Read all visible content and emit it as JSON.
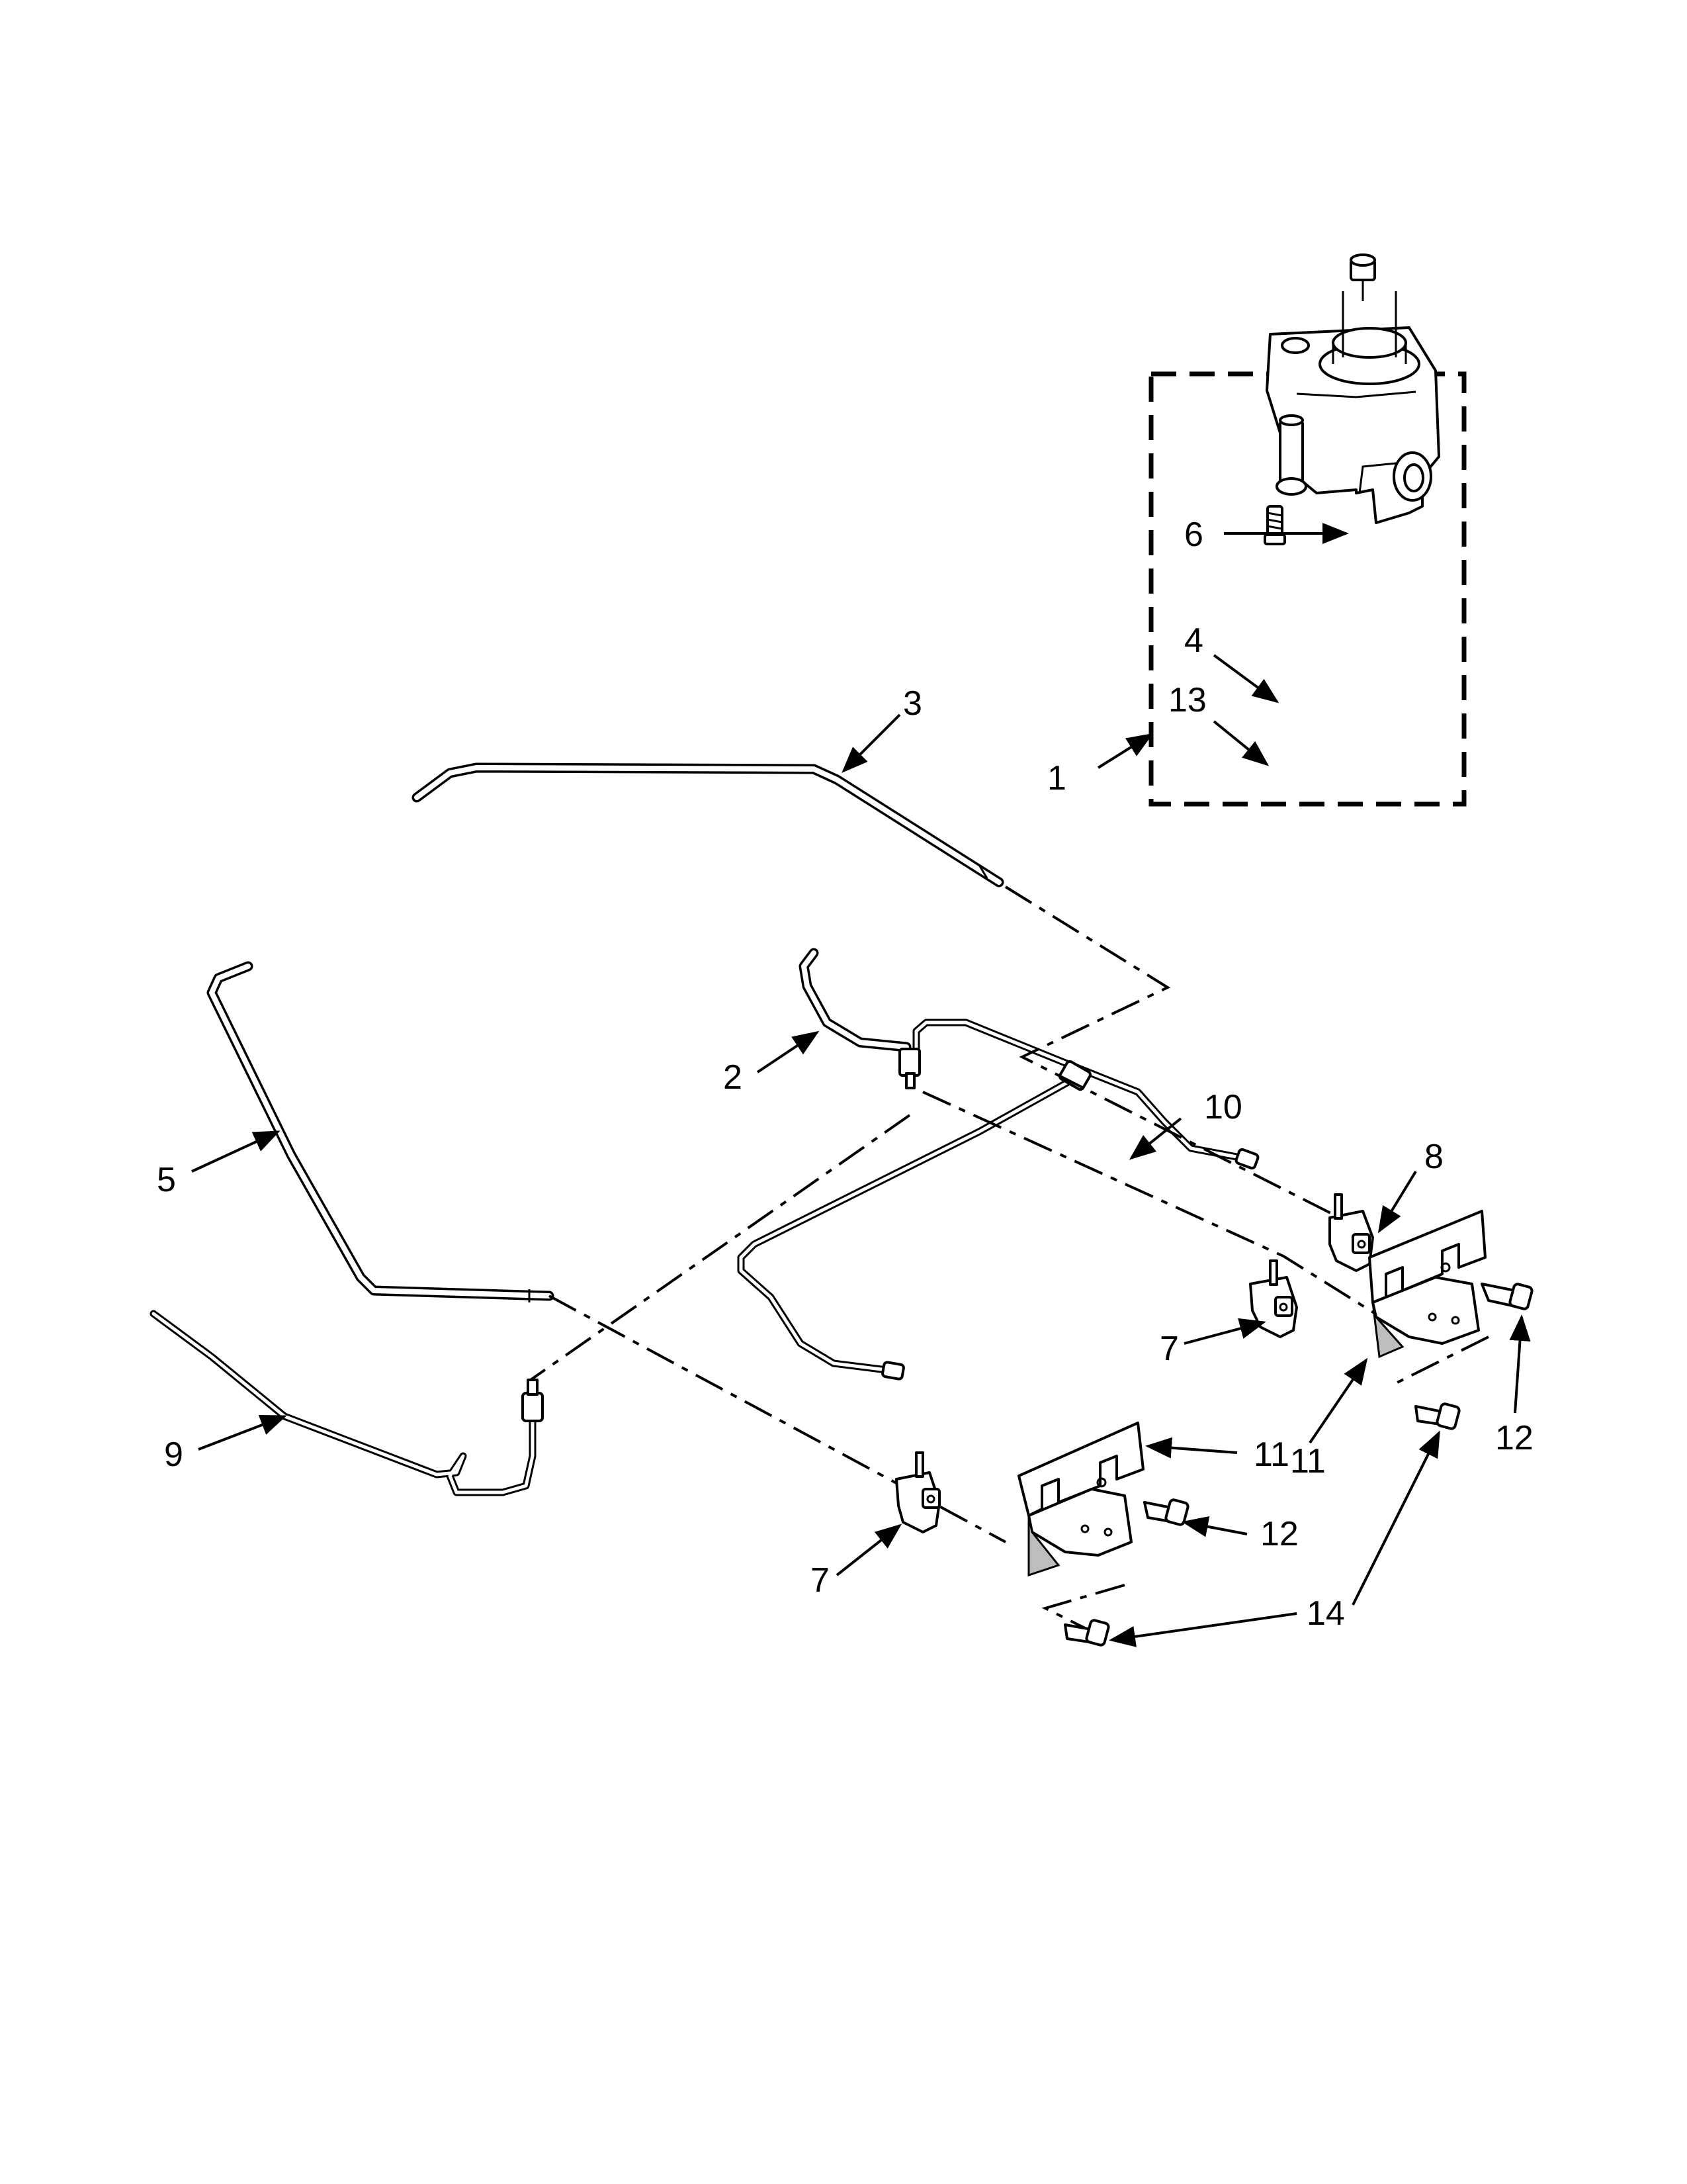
{
  "callouts": {
    "c1": "1",
    "c2": "2",
    "c3": "3",
    "c4": "4",
    "c5": "5",
    "c6": "6",
    "c7a": "7",
    "c7b": "7",
    "c8": "8",
    "c9": "9",
    "c10": "10",
    "c11a": "11",
    "c11b": "11",
    "c12a": "12",
    "c12b": "12",
    "c13": "13",
    "c14": "14"
  },
  "icons": {
    "arrowhead": "arrowhead-icon"
  }
}
